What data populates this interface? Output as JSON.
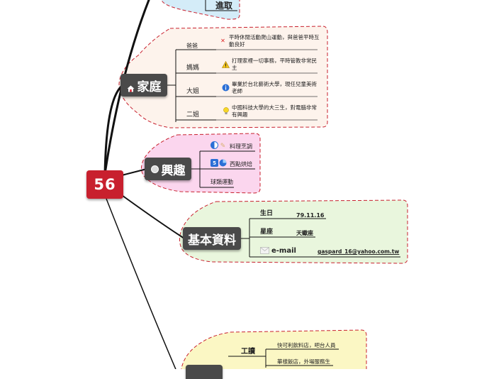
{
  "root": {
    "label": "56"
  },
  "branches": {
    "top": {
      "child": "進取"
    },
    "family": {
      "label": "家庭",
      "members": [
        {
          "name": "爸爸",
          "desc": "平時休閒活動爬山運動，與爸爸平時互動良好",
          "icon": "x-mark-icon"
        },
        {
          "name": "媽媽",
          "desc": "打理家裡一切事務，平時管教非常民主",
          "icon": "warning-icon"
        },
        {
          "name": "大姐",
          "desc": "畢業於台北藝術大學，現任兒童美術老師",
          "icon": "info-icon"
        },
        {
          "name": "二姐",
          "desc": "中國科技大學的大三生，對電腦非常有興趣",
          "icon": "lightbulb-icon"
        }
      ]
    },
    "hobbies": {
      "label": "興趣",
      "items": [
        {
          "label": "料理烹調",
          "icon": "half-circle-icon"
        },
        {
          "label": "西點烘焙",
          "badge": "5",
          "icon": "progress-icon"
        },
        {
          "label": "球類運動"
        }
      ]
    },
    "basic": {
      "label": "基本資料",
      "rows": [
        {
          "key": "生日",
          "value": "79.11.16"
        },
        {
          "key": "星座",
          "value": "天蠍座"
        },
        {
          "key": "e-mail",
          "value": "gaspard_16@yahoo.com.tw",
          "icon": "envelope-icon"
        }
      ]
    },
    "work": {
      "child": "工讀",
      "items": [
        "快可利飲料店，吧台人員",
        "華樣飯店，外場服務生"
      ]
    }
  },
  "colors": {
    "root": "#c8202e",
    "topic": "#4a4a4a",
    "family_bg": "#fdf3ec",
    "hobby_bg": "#fbd6ee",
    "basic_bg": "#e9f6dd",
    "work_bg": "#fbf7c4",
    "top_bg": "#d4ecf8",
    "dash": "#c8202e"
  }
}
